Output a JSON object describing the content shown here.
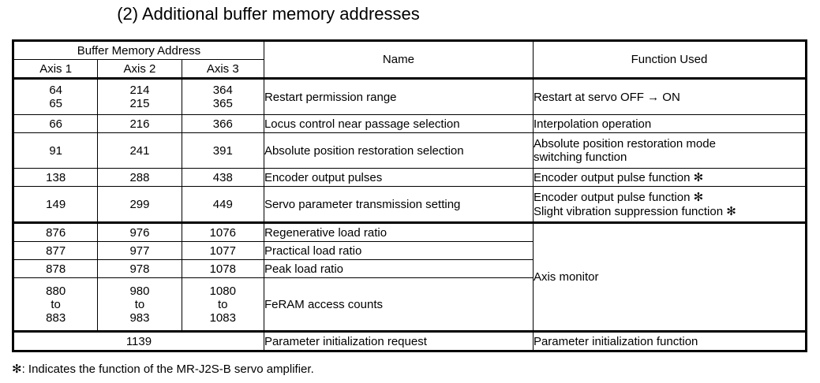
{
  "title": "(2) Additional buffer memory addresses",
  "table": {
    "header": {
      "group_label": "Buffer Memory Address",
      "axis_columns": [
        "Axis 1",
        "Axis 2",
        "Axis 3"
      ],
      "name_label": "Name",
      "function_label": "Function Used"
    },
    "rows": [
      {
        "axis1": "64\n65",
        "axis2": "214\n215",
        "axis3": "364\n365",
        "name": "Restart permission range",
        "function": "Restart at servo OFF → ON"
      },
      {
        "axis1": "66",
        "axis2": "216",
        "axis3": "366",
        "name": "Locus control near passage selection",
        "function": "Interpolation operation"
      },
      {
        "axis1": "91",
        "axis2": "241",
        "axis3": "391",
        "name": "Absolute position restoration selection",
        "function": "Absolute position restoration mode\nswitching function"
      },
      {
        "axis1": "138",
        "axis2": "288",
        "axis3": "438",
        "name": "Encoder output pulses",
        "function": "Encoder output pulse function ✻"
      },
      {
        "axis1": "149",
        "axis2": "299",
        "axis3": "449",
        "name": "Servo parameter transmission setting",
        "function": "Encoder output pulse function ✻\nSlight vibration suppression function ✻"
      },
      {
        "axis1": "876",
        "axis2": "976",
        "axis3": "1076",
        "name": "Regenerative load ratio",
        "function": "Axis monitor"
      },
      {
        "axis1": "877",
        "axis2": "977",
        "axis3": "1077",
        "name": "Practical load ratio",
        "function": ""
      },
      {
        "axis1": "878",
        "axis2": "978",
        "axis3": "1078",
        "name": "Peak load ratio",
        "function": ""
      },
      {
        "axis1": "880\nto\n883",
        "axis2": "980\nto\n983",
        "axis3": "1080\nto\n1083",
        "name": "FeRAM access counts",
        "function": ""
      },
      {
        "axis_merged": "1139",
        "name": "Parameter initialization request",
        "function": "Parameter initialization function"
      }
    ]
  },
  "footnote": "✻: Indicates the function of the MR-J2S-B servo amplifier."
}
